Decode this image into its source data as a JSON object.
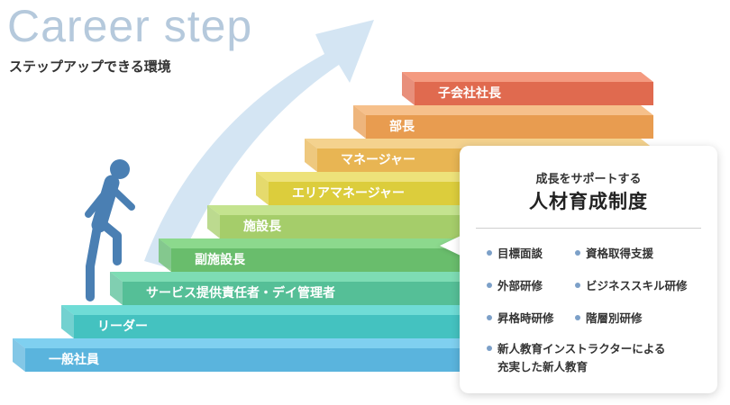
{
  "header": {
    "title": "Career step",
    "subtitle": "ステップアップできる環境"
  },
  "steps": [
    {
      "label": "一般社員",
      "front": "#5ab4dd",
      "top": "#7fd0f0"
    },
    {
      "label": "リーダー",
      "front": "#44c2c0",
      "top": "#6fdcd6"
    },
    {
      "label": "サービス提供責任者・デイ管理者",
      "front": "#55bf97",
      "top": "#7edcb4"
    },
    {
      "label": "副施設長",
      "front": "#69bd6c",
      "top": "#8cd98d"
    },
    {
      "label": "施設長",
      "front": "#a5cd6a",
      "top": "#c4e38f"
    },
    {
      "label": "エリアマネージャー",
      "front": "#dccd3c",
      "top": "#ede27a"
    },
    {
      "label": "マネージャー",
      "front": "#e8b553",
      "top": "#f4d28e"
    },
    {
      "label": "部長",
      "front": "#e89c50",
      "top": "#f6c08b"
    },
    {
      "label": "子会社社長",
      "front": "#e06a4f",
      "top": "#f49a80"
    }
  ],
  "figure": {
    "color": "#4a7fb3"
  },
  "arrow": {
    "color": "#cfe2f2"
  },
  "support_panel": {
    "subtitle": "成長をサポートする",
    "title": "人材育成制度",
    "bullet_color": "#7ca0c8",
    "items": [
      "目標面談",
      "資格取得支援",
      "外部研修",
      "ビジネススキル研修",
      "昇格時研修",
      "階層別研修",
      "新人教育インストラクターによる",
      "充実した新人教育"
    ]
  }
}
